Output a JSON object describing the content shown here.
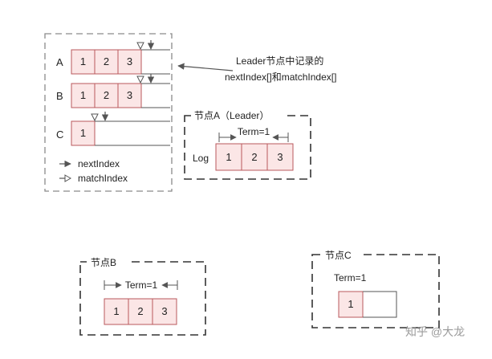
{
  "leader_panel": {
    "rows": [
      {
        "label": "A",
        "cells": [
          "1",
          "2",
          "3"
        ]
      },
      {
        "label": "B",
        "cells": [
          "1",
          "2",
          "3"
        ]
      },
      {
        "label": "C",
        "cells": [
          "1"
        ]
      }
    ],
    "legend": {
      "next": "nextIndex",
      "match": "matchIndex"
    }
  },
  "annotation": {
    "line1": "Leader节点中记录的",
    "line2": "nextIndex[]和matchIndex[]"
  },
  "node_a": {
    "title": "节点A（Leader）",
    "term": "Term=1",
    "log_label": "Log",
    "cells": [
      "1",
      "2",
      "3"
    ]
  },
  "node_b": {
    "title": "节点B",
    "term": "Term=1",
    "cells": [
      "1",
      "2",
      "3"
    ]
  },
  "node_c": {
    "title": "节点C",
    "term": "Term=1",
    "cells": [
      "1"
    ]
  },
  "watermark": "知乎 @大龙",
  "colors": {
    "cell_fill": "#fbe6e6",
    "cell_stroke": "#b9585c",
    "dash": "#333333",
    "panel_dash": "#8a8a8a",
    "arrow": "#555555"
  }
}
